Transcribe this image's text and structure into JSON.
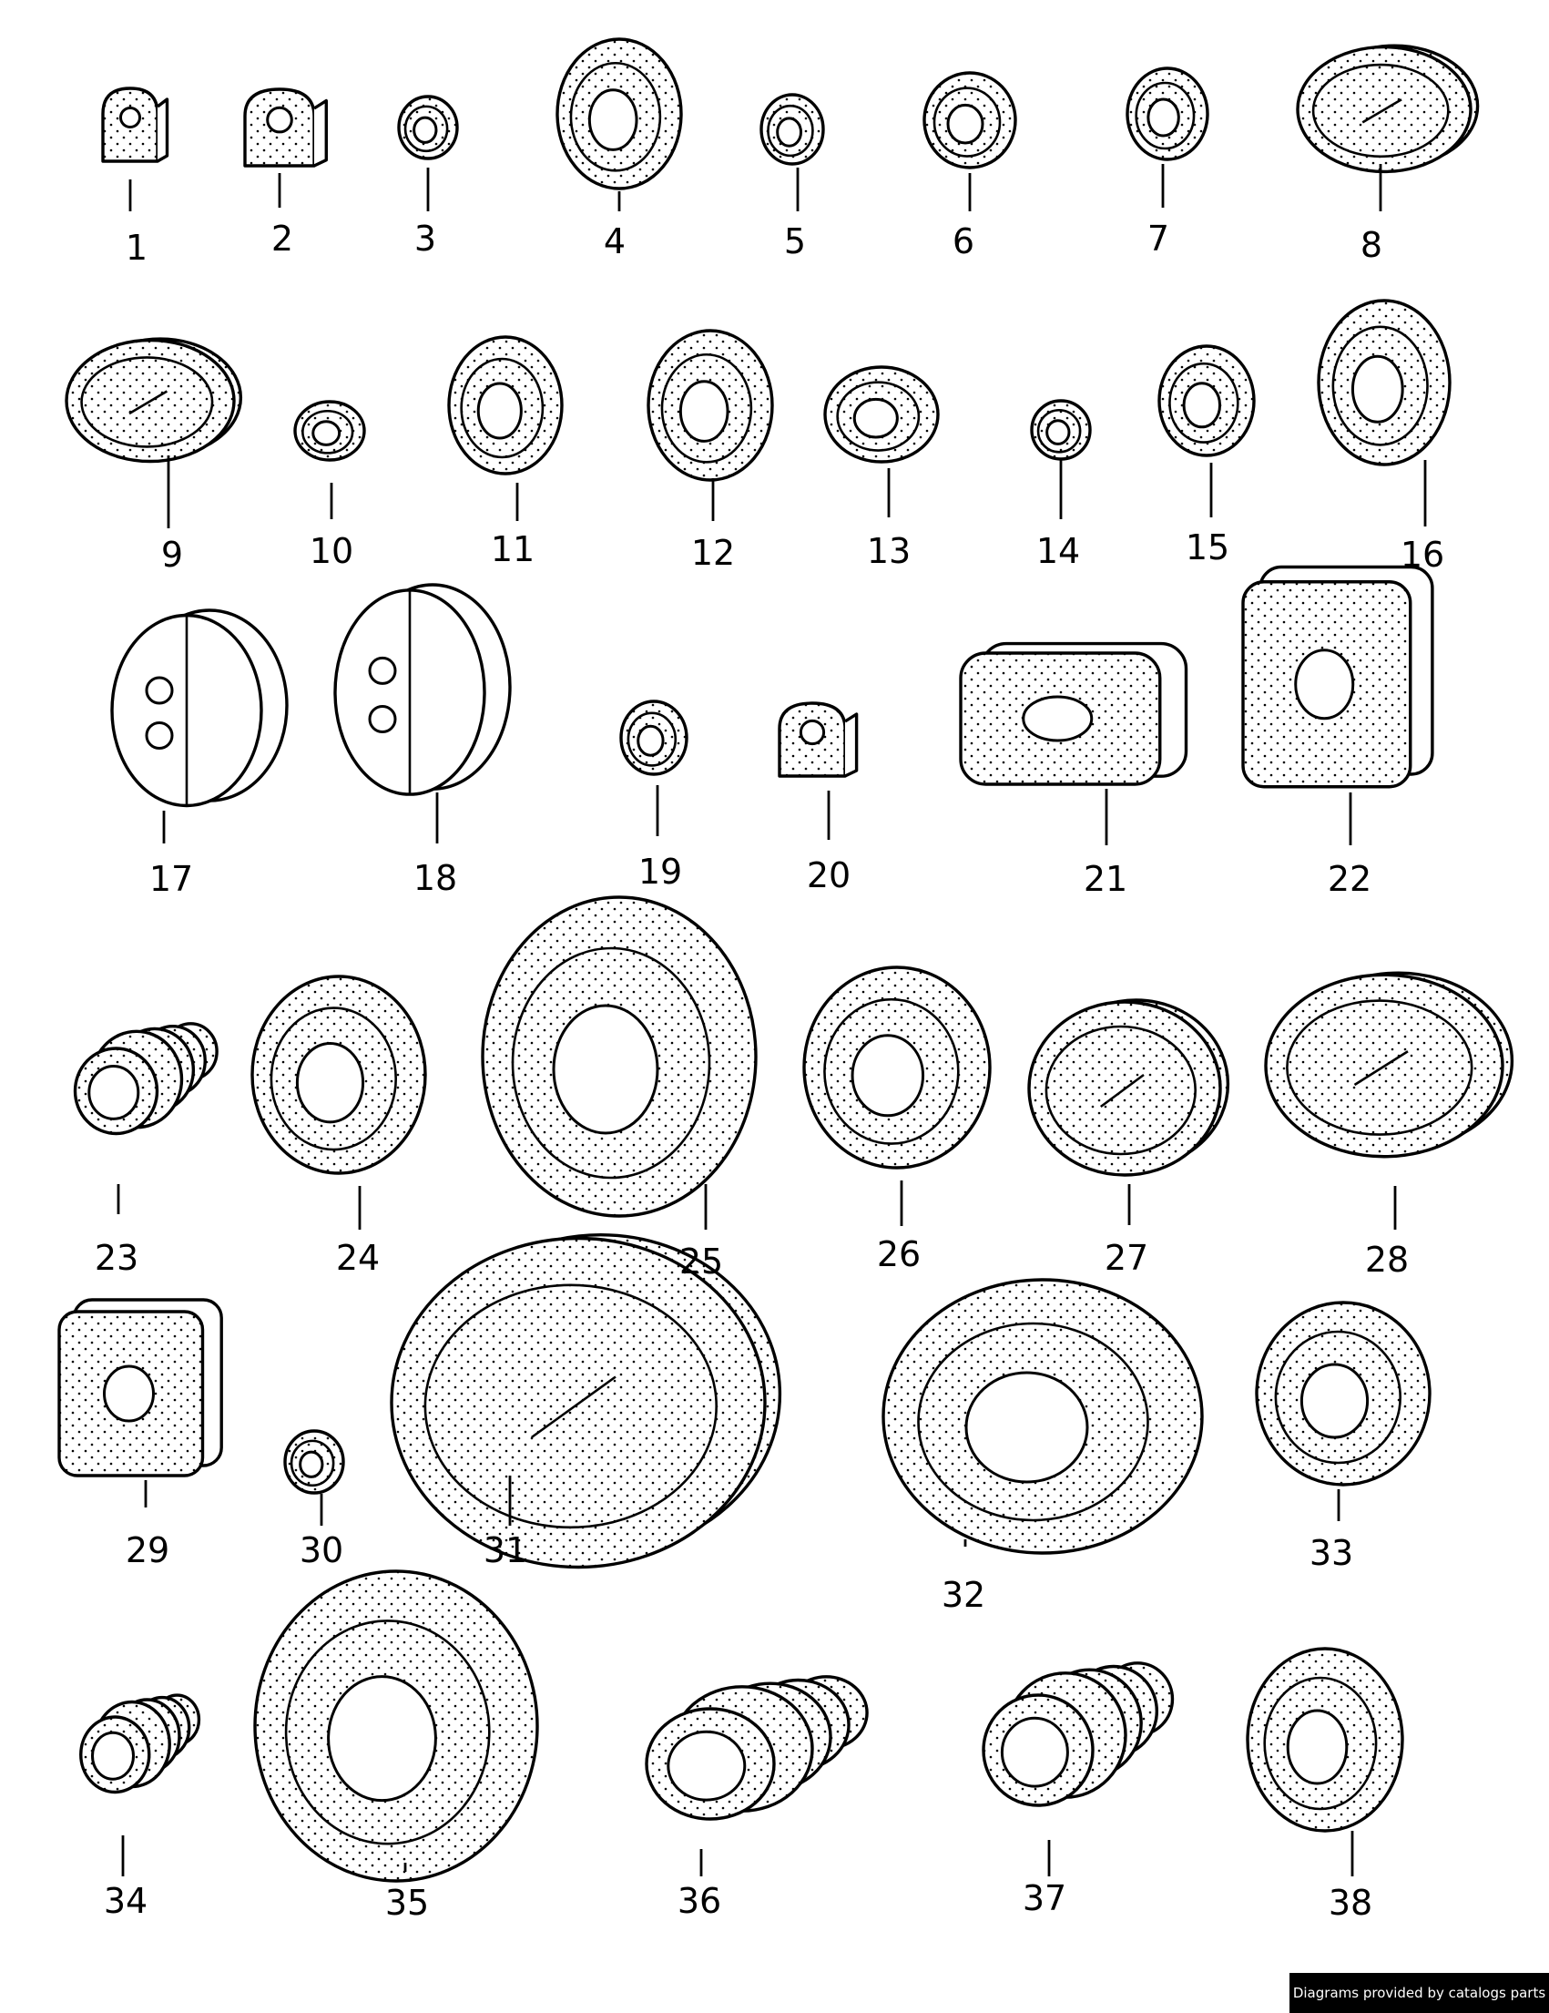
{
  "diagram": {
    "parts": [
      {
        "ref": "1"
      },
      {
        "ref": "2"
      },
      {
        "ref": "3"
      },
      {
        "ref": "4"
      },
      {
        "ref": "5"
      },
      {
        "ref": "6"
      },
      {
        "ref": "7"
      },
      {
        "ref": "8"
      },
      {
        "ref": "9"
      },
      {
        "ref": "10"
      },
      {
        "ref": "11"
      },
      {
        "ref": "12"
      },
      {
        "ref": "13"
      },
      {
        "ref": "14"
      },
      {
        "ref": "15"
      },
      {
        "ref": "16"
      },
      {
        "ref": "17"
      },
      {
        "ref": "18"
      },
      {
        "ref": "19"
      },
      {
        "ref": "20"
      },
      {
        "ref": "21"
      },
      {
        "ref": "22"
      },
      {
        "ref": "23"
      },
      {
        "ref": "24"
      },
      {
        "ref": "25"
      },
      {
        "ref": "26"
      },
      {
        "ref": "27"
      },
      {
        "ref": "28"
      },
      {
        "ref": "29"
      },
      {
        "ref": "30"
      },
      {
        "ref": "31"
      },
      {
        "ref": "32"
      },
      {
        "ref": "33"
      },
      {
        "ref": "34"
      },
      {
        "ref": "35"
      },
      {
        "ref": "36"
      },
      {
        "ref": "37"
      },
      {
        "ref": "38"
      }
    ]
  },
  "footer": {
    "credit": "Diagrams provided by catalogs parts"
  }
}
